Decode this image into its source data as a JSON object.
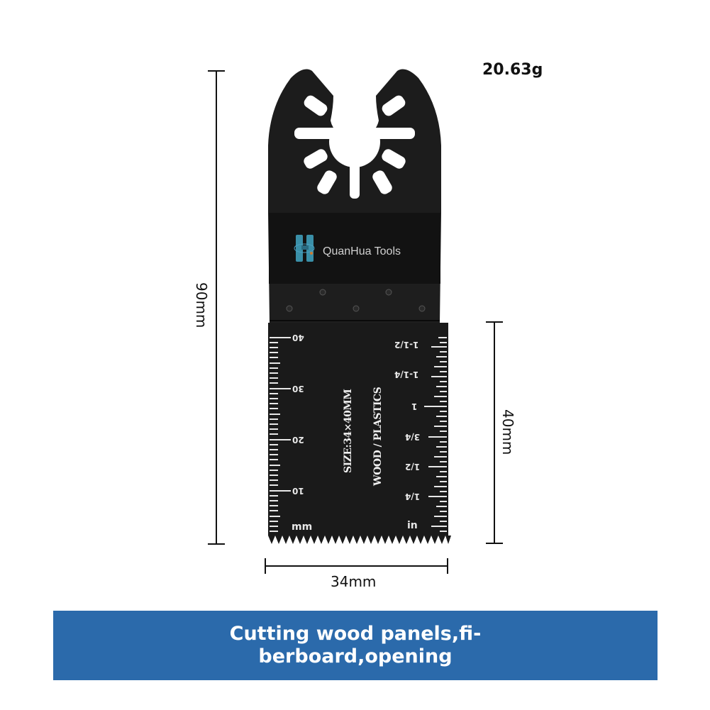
{
  "product": {
    "brand": "QuanHua Tools",
    "weight": "20.63g",
    "blade_size_text": "SIZE:34×40MM",
    "material_text": "WOOD / PLASTICS",
    "colors": {
      "blade": "#1a1a1a",
      "markings": "#e8e8e8",
      "logo": "#3a8fa8",
      "banner": "#2b6aab"
    }
  },
  "dimensions": {
    "total_length": "90mm",
    "tooth_length": "40mm",
    "width": "34mm"
  },
  "ruler": {
    "mm_unit": "mm",
    "mm_marks": [
      "10",
      "20",
      "30",
      "40"
    ],
    "in_unit": "in",
    "in_marks": [
      "1/4",
      "1/2",
      "3/4",
      "1",
      "1-1/4",
      "1-1/2"
    ]
  },
  "banner": {
    "text": "Cutting wood panels,fi-berboard,opening"
  }
}
